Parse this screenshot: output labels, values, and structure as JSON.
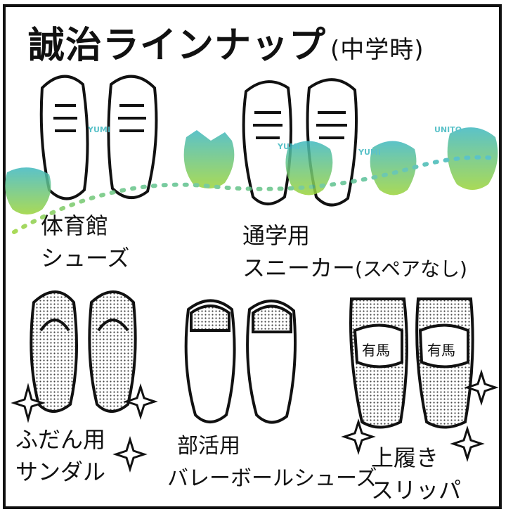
{
  "title": {
    "main": "誠治ラインナップ",
    "sub": "(中学時)"
  },
  "items": [
    {
      "line1": "体育館",
      "line2": "シューズ"
    },
    {
      "line1": "通学用",
      "line2": "スニーカー",
      "note": "(スペアなし)"
    },
    {
      "line1": "ふだん用",
      "line2": "サンダル"
    },
    {
      "line1": "部活用",
      "line2": "バレーボールシューズ"
    },
    {
      "line1": "上履き",
      "line2": "スリッパ",
      "slipper_text": "有馬"
    }
  ],
  "watermark": {
    "texts": [
      "YUMI",
      "YUMI",
      "YUMI",
      "UNITO"
    ],
    "colors": [
      "#3fb8c0",
      "#9bd43a"
    ]
  }
}
